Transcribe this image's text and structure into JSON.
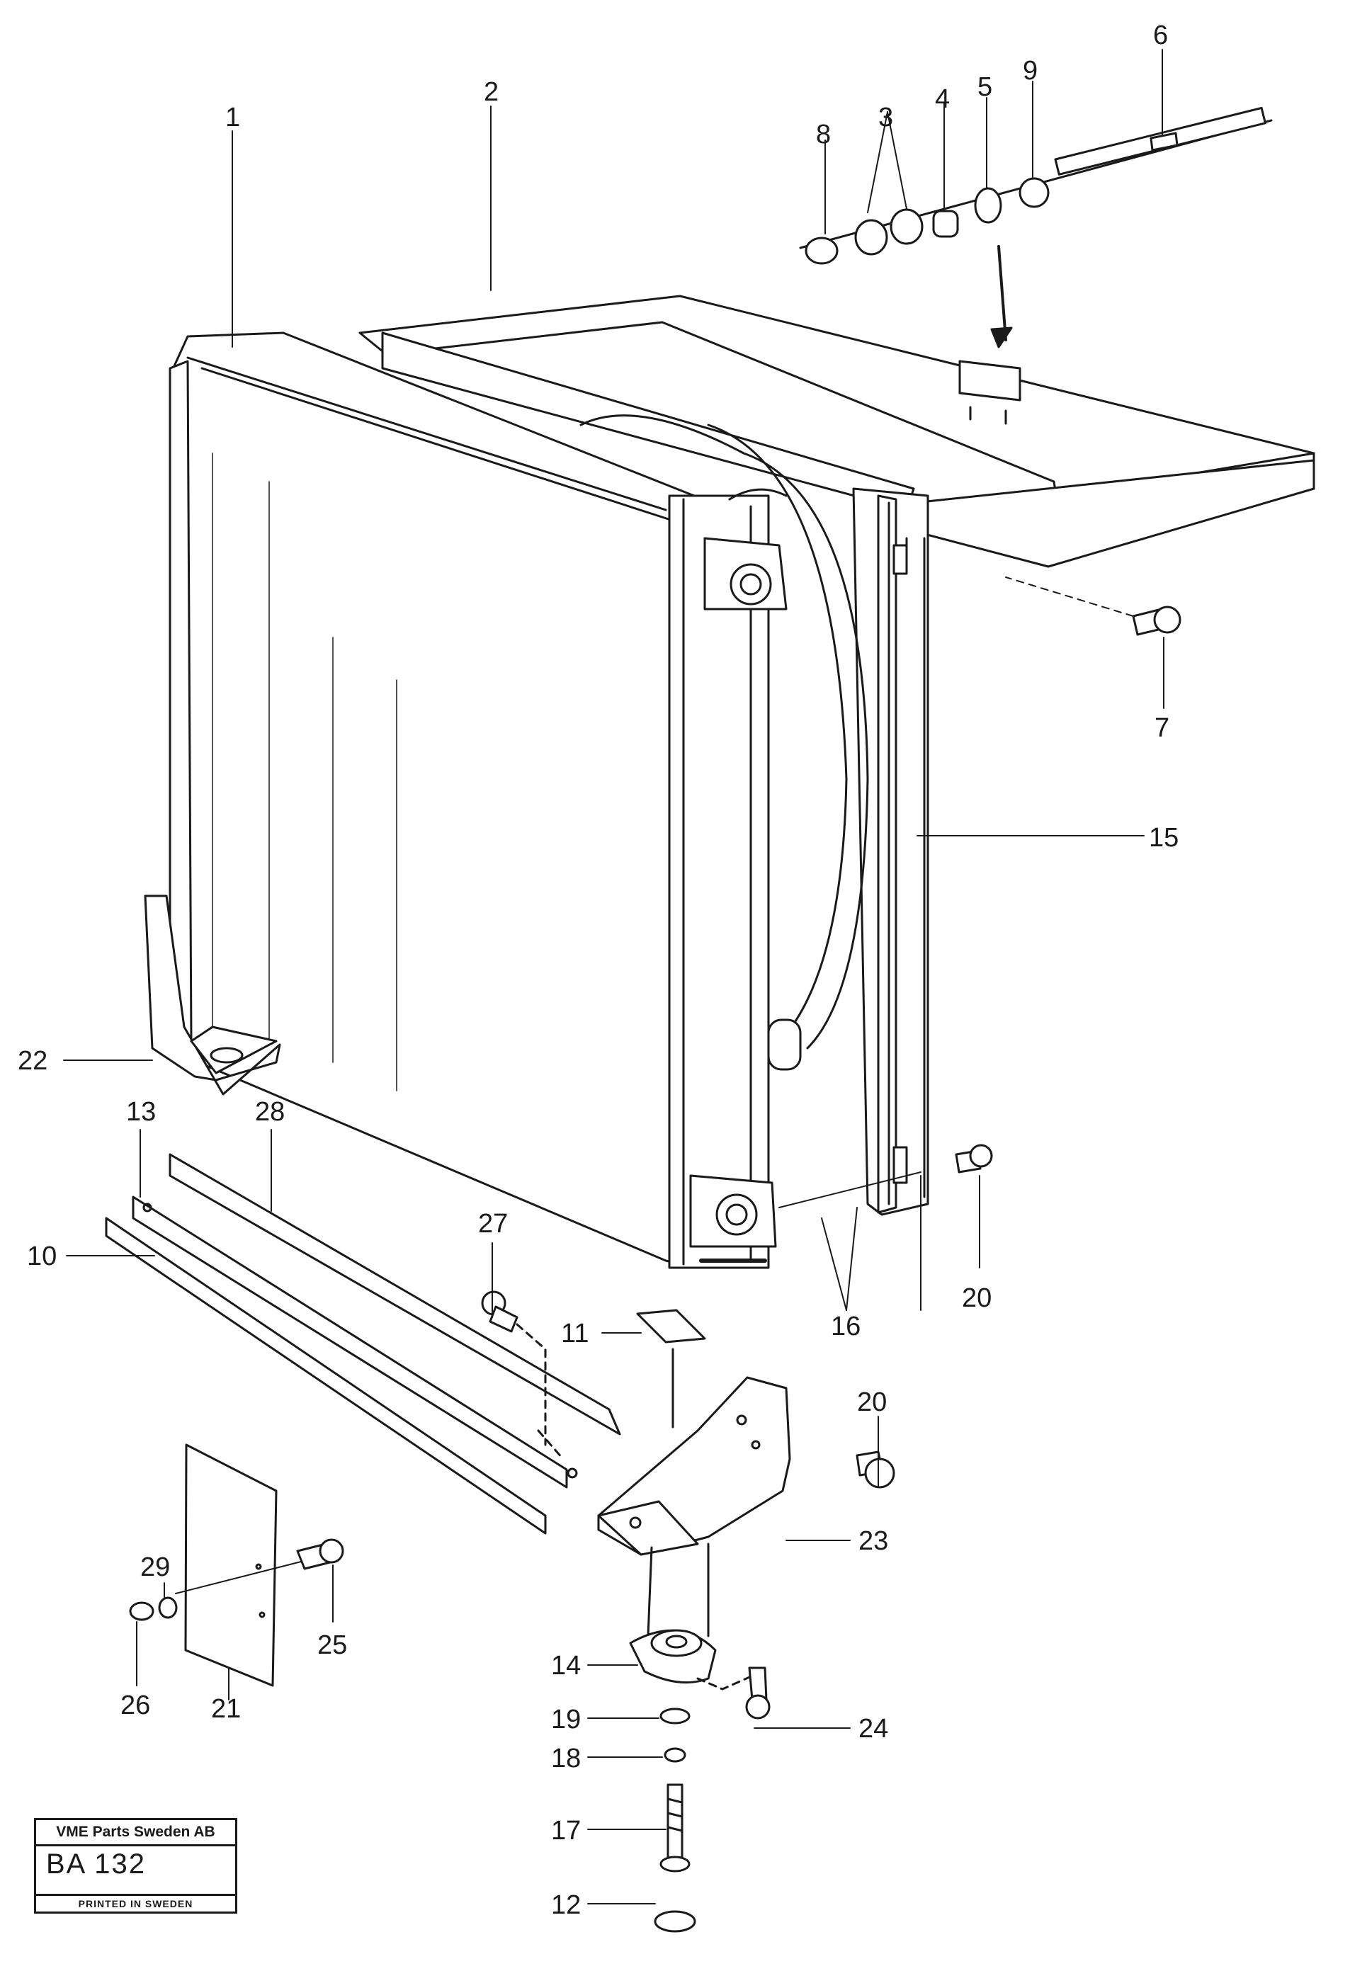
{
  "diagram": {
    "callouts": [
      "1",
      "2",
      "3",
      "4",
      "5",
      "6",
      "7",
      "8",
      "9",
      "10",
      "11",
      "12",
      "13",
      "14",
      "15",
      "16",
      "17",
      "18",
      "19",
      "20",
      "20",
      "21",
      "22",
      "23",
      "24",
      "25",
      "26",
      "27",
      "28",
      "29"
    ]
  },
  "stamp": {
    "company": "VME Parts Sweden AB",
    "code": "BA  132",
    "printed": "PRINTED IN SWEDEN"
  },
  "colors": {
    "ink": "#1a1a1a",
    "paper": "#ffffff"
  }
}
